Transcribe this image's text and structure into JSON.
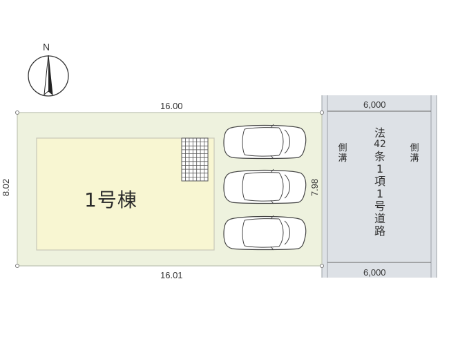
{
  "compass": {
    "label": "N",
    "icon": "north-arrow-icon"
  },
  "lot": {
    "top_length": "16.00",
    "bottom_length": "16.01",
    "left_depth": "8.02",
    "right_depth": "7.98",
    "fill_color": "#eef2de",
    "stroke_color": "#bfc4b4"
  },
  "building": {
    "label": "1号棟",
    "fill_color": "#f8f6d2",
    "stroke_color": "#c8c8b8"
  },
  "parking": {
    "car_count": 3,
    "car_icon": "car-icon"
  },
  "road": {
    "name_chars": [
      "法",
      "42",
      "条",
      "1",
      "項",
      "1",
      "号",
      "道",
      "路"
    ],
    "width_top": "6,000",
    "width_bottom": "6,000",
    "ditch_left_chars": [
      "側",
      "溝"
    ],
    "ditch_right_chars": [
      "側",
      "溝"
    ],
    "fill_color": "#dde1e6"
  }
}
